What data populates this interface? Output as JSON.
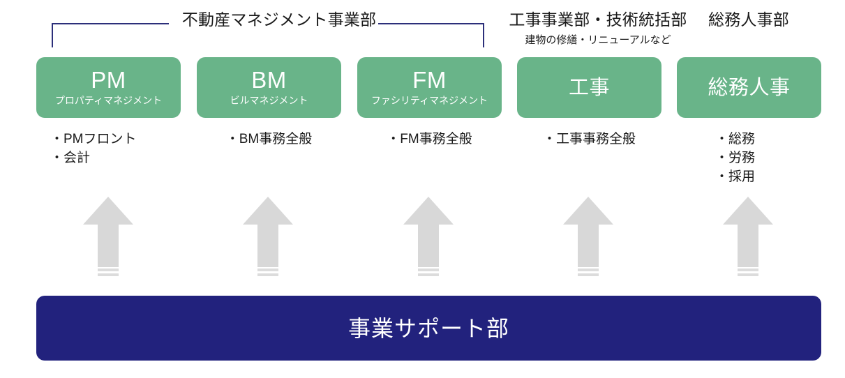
{
  "diagram": {
    "groups": [
      {
        "id": "real-estate-management",
        "label": "不動産マネジメント事業部",
        "sub": "",
        "spans": [
          "PM",
          "BM",
          "FM"
        ]
      },
      {
        "id": "construction-technology",
        "label": "工事事業部・技術統括部",
        "sub": "建物の修繕・リニューアルなど",
        "spans": [
          "工事"
        ]
      },
      {
        "id": "general-affairs-hr",
        "label": "総務人事部",
        "sub": "",
        "spans": [
          "総務人事"
        ]
      }
    ],
    "departments": [
      {
        "abbr": "PM",
        "full": "プロパティマネジメント",
        "abbr_is_japanese": false,
        "duties": [
          "・PMフロント",
          "・会計"
        ]
      },
      {
        "abbr": "BM",
        "full": "ビルマネジメント",
        "abbr_is_japanese": false,
        "duties": [
          "・BM事務全般"
        ]
      },
      {
        "abbr": "FM",
        "full": "ファシリティマネジメント",
        "abbr_is_japanese": false,
        "duties": [
          "・FM事務全般"
        ]
      },
      {
        "abbr": "工事",
        "full": "",
        "abbr_is_japanese": true,
        "duties": [
          "・工事事務全般"
        ]
      },
      {
        "abbr": "総務人事",
        "full": "",
        "abbr_is_japanese": true,
        "duties": [
          "・総務",
          "・労務",
          "・採用"
        ]
      }
    ],
    "support": {
      "label": "事業サポート部"
    },
    "arrows": {
      "count": 5,
      "direction": "up",
      "icon": "arrow-up-icon"
    },
    "colors": {
      "department_green": "#69b489",
      "support_navy": "#22227d",
      "arrow_gray": "#d8d8d8",
      "bracket_navy": "#2c2f7a",
      "text_dark": "#1a1a1a",
      "text_on_fill": "#ffffff"
    }
  }
}
